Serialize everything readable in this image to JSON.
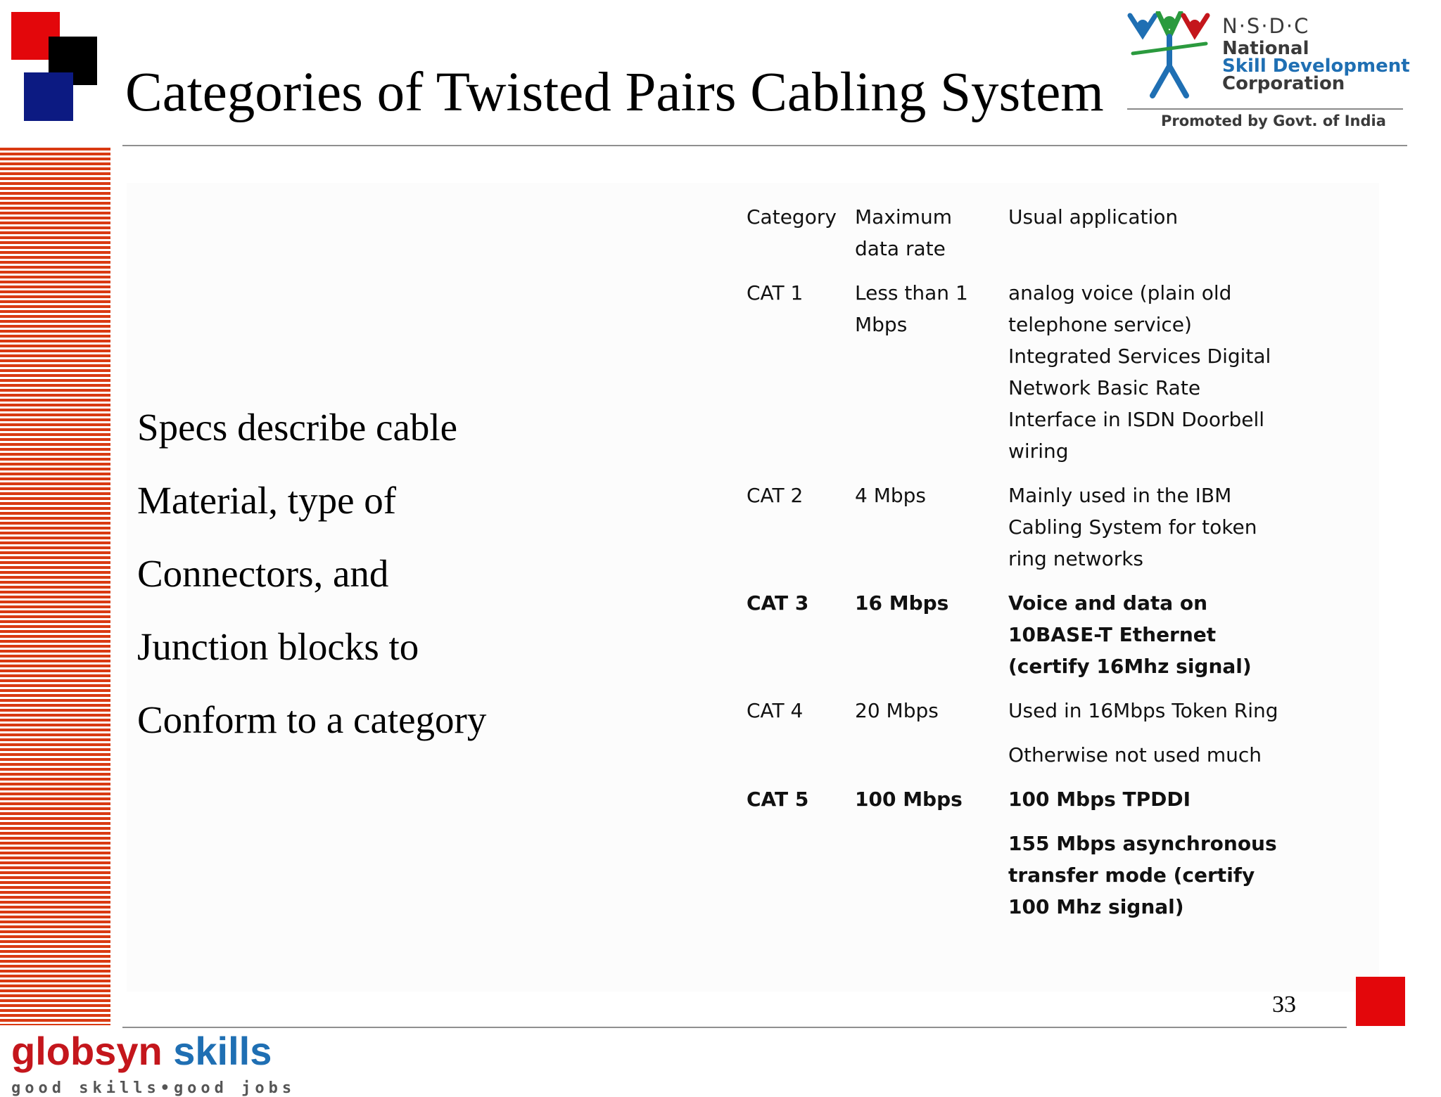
{
  "slide": {
    "title": "Categories of Twisted Pairs Cabling System",
    "page_number": "33"
  },
  "logo": {
    "acronym": "N·S·D·C",
    "line1": "National",
    "line2": "Skill Development",
    "line3": "Corporation",
    "tagline": "Promoted by Govt. of India"
  },
  "bullets": [
    "Specs describe cable",
    "Material, type of",
    "Connectors, and",
    "Junction blocks to",
    "Conform to a category"
  ],
  "table": {
    "headers": {
      "category": "Category",
      "max_rate_line1": "Maximum",
      "max_rate_line2": "data rate",
      "application": "Usual application"
    },
    "rows": [
      {
        "category": "CAT 1",
        "rate": "Less than 1 Mbps",
        "app1": "analog voice (plain old telephone service) Integrated Services Digital Network Basic Rate Interface in ISDN Doorbell wiring",
        "app2": ""
      },
      {
        "category": "CAT 2",
        "rate": "4 Mbps",
        "app1": "Mainly used in the IBM Cabling System for token ring networks",
        "app2": ""
      },
      {
        "category": "CAT 3",
        "rate": "16 Mbps",
        "app1": "Voice and data on 10BASE-T Ethernet (certify 16Mhz signal)",
        "app2": ""
      },
      {
        "category": "CAT 4",
        "rate": "20 Mbps",
        "app1": "Used in 16Mbps Token Ring",
        "app2": "Otherwise not used much"
      },
      {
        "category": "CAT 5",
        "rate": "100 Mbps",
        "app1": "100 Mbps TPDDI",
        "app2": "155 Mbps asynchronous transfer mode (certify 100 Mhz signal)"
      }
    ]
  },
  "brand": {
    "name_part1": "globsyn",
    "name_part2": " skills",
    "tagline": "good skills•good jobs"
  },
  "colors": {
    "accent_red": "#e3070b",
    "stripe_red": "#d93a12",
    "accent_blue": "#0c1a82",
    "brand_blue": "#1f6fb3"
  }
}
